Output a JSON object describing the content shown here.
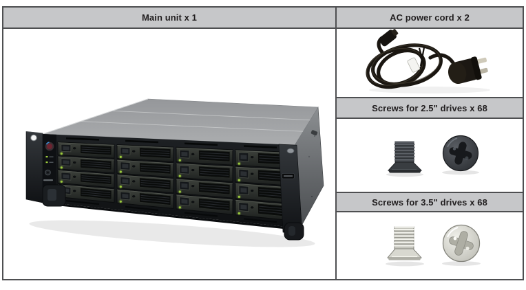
{
  "table": {
    "left": {
      "header": "Main unit x 1"
    },
    "right": [
      {
        "header": "AC power cord x 2"
      },
      {
        "header": "Screws for 2.5\" drives x 68"
      },
      {
        "header": "Screws for 3.5\" drives x 68"
      }
    ]
  },
  "device": {
    "type": "rackmount-nas",
    "drive_bays": 16,
    "rows": 4,
    "cols": 4,
    "led_color": "#9ccb3d"
  },
  "colors": {
    "header_bg": "#c6c7c9",
    "border": "#4e4f51",
    "header_text": "#211e1f"
  }
}
